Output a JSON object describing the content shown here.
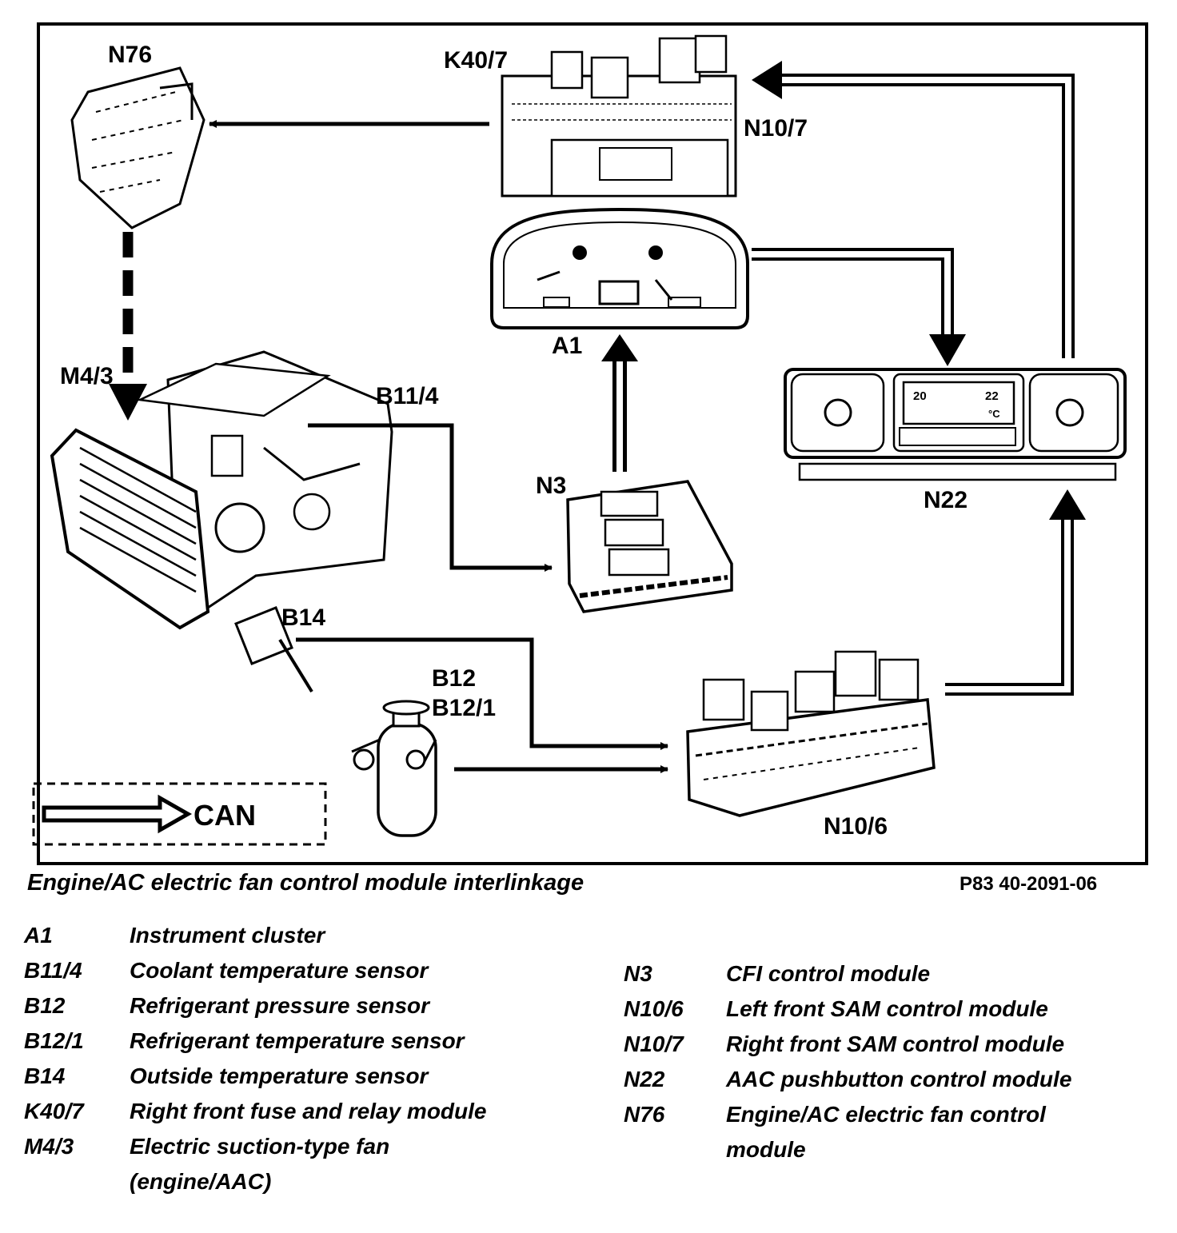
{
  "labels": {
    "n76": "N76",
    "k40_7": "K40/7",
    "n10_7": "N10/7",
    "a1": "A1",
    "m4_3": "M4/3",
    "b11_4": "B11/4",
    "n22": "N22",
    "n3": "N3",
    "b14": "B14",
    "b12": "B12",
    "b12_1": "B12/1",
    "n10_6": "N10/6",
    "can": "CAN"
  },
  "display": {
    "left_temp": "20",
    "right_temp": "22",
    "unit": "°C"
  },
  "caption": "Engine/AC electric fan control module interlinkage",
  "figure_id": "P83 40-2091-06",
  "legend_left": [
    {
      "code": "A1",
      "desc": "Instrument cluster"
    },
    {
      "code": "B11/4",
      "desc": "Coolant temperature sensor"
    },
    {
      "code": "B12",
      "desc": "Refrigerant pressure sensor"
    },
    {
      "code": "B12/1",
      "desc": "Refrigerant temperature sensor"
    },
    {
      "code": "B14",
      "desc": "Outside temperature sensor"
    },
    {
      "code": "K40/7",
      "desc": "Right front fuse and relay module"
    },
    {
      "code": "M4/3",
      "desc": "Electric suction-type fan"
    },
    {
      "code": "",
      "desc": "(engine/AAC)"
    }
  ],
  "legend_right": [
    {
      "code": "N3",
      "desc": "CFI control module"
    },
    {
      "code": "N10/6",
      "desc": "Left front SAM control module"
    },
    {
      "code": "N10/7",
      "desc": "Right front SAM control module"
    },
    {
      "code": "N22",
      "desc": "AAC pushbutton control module"
    },
    {
      "code": "N76",
      "desc": "Engine/AC electric fan control"
    },
    {
      "code": "",
      "desc": "module"
    }
  ]
}
